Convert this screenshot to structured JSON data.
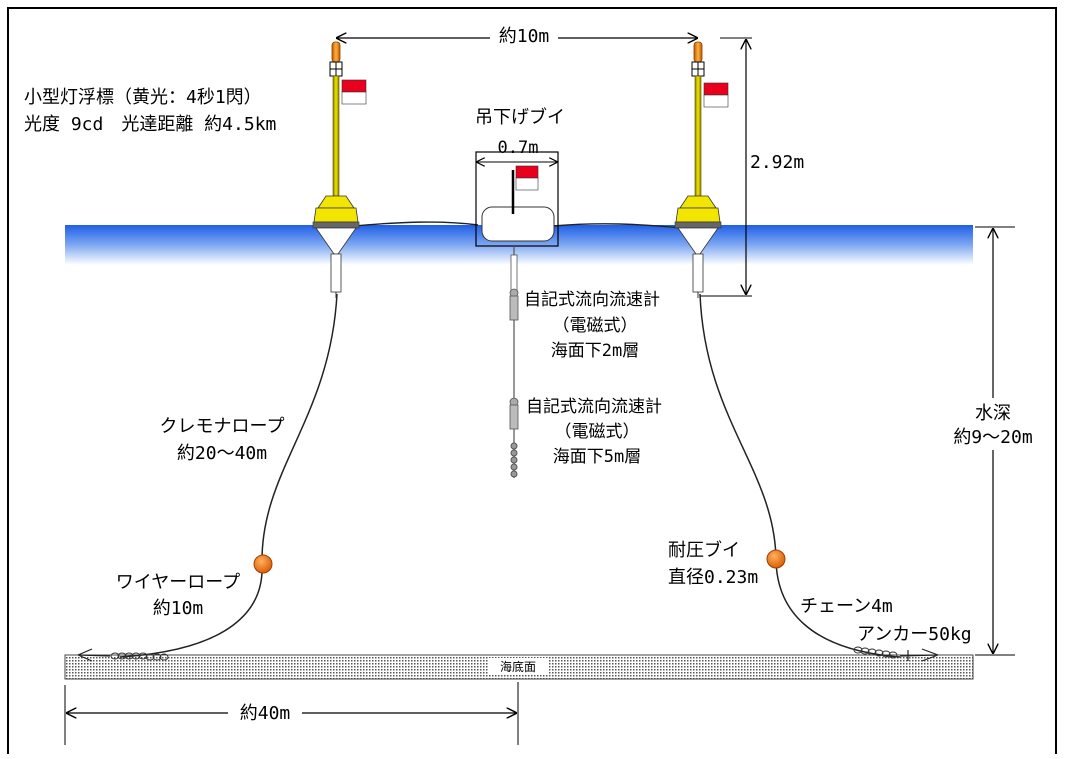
{
  "colors": {
    "water_top": "#1f5fe6",
    "buoy_yellow": "#f2e600",
    "light_orange": "#f08a1c",
    "float_orange": "#f07a18",
    "flag_red": "#e8001c",
    "seabed_fill": "#c8c8c8"
  },
  "labels": {
    "span_top": "約10m",
    "light_buoy_line1": "小型灯浮標（黄光：4秒1閃）",
    "light_buoy_line2": "光度 9cd　光達距離 約4.5km",
    "hanging_buoy": "吊下げブイ",
    "hanging_buoy_width": "0.7m",
    "mast_height": "2.92m",
    "meter1_line1": "自記式流向流速計",
    "meter1_line2": "（電磁式）",
    "meter1_line3": "海面下2m層",
    "meter2_line1": "自記式流向流速計",
    "meter2_line2": "（電磁式）",
    "meter2_line3": "海面下5m層",
    "cremona_line1": "クレモナロープ",
    "cremona_line2": "約20～40m",
    "depth_line1": "水深",
    "depth_line2": "約9～20m",
    "pressure_buoy_line1": "耐圧ブイ",
    "pressure_buoy_line2": "直径0.23m",
    "wire_line1": "ワイヤーロープ",
    "wire_line2": "約10m",
    "chain": "チェーン4m",
    "anchor": "アンカー50kg",
    "seabed": "海底面",
    "bottom_span": "約40m"
  }
}
